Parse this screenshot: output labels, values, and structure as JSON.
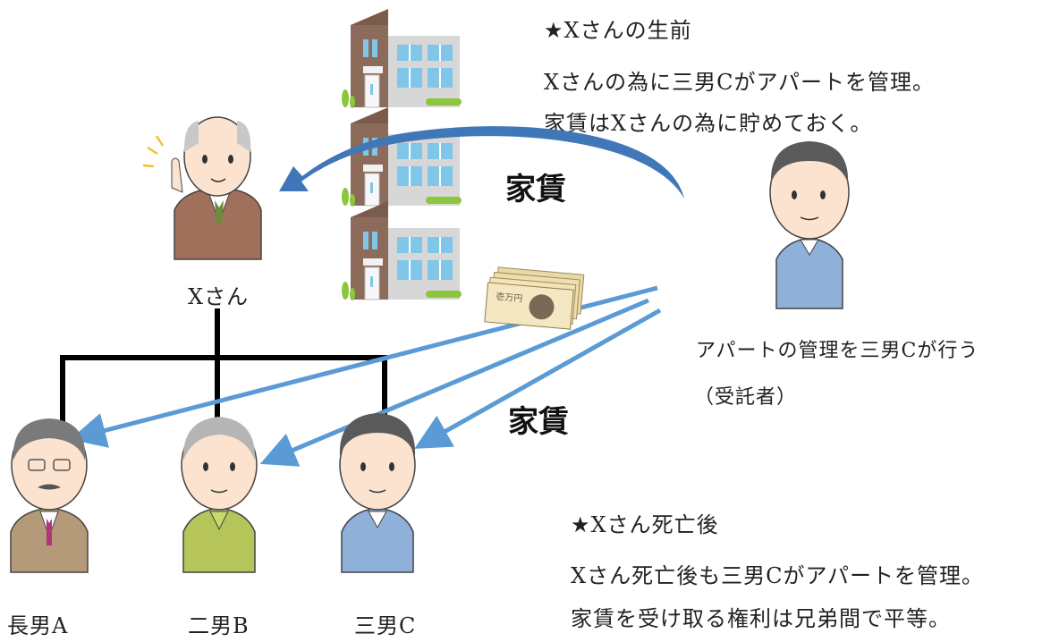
{
  "before": {
    "heading": "★Xさんの生前",
    "line1": "Xさんの為に三男Cがアパートを管理。",
    "line2": "家賃はXさんの為に貯めておく。"
  },
  "after": {
    "heading": "★Xさん死亡後",
    "line1": "Xさん死亡後も三男Cがアパートを管理。",
    "line2": "家賃を受け取る権利は兄弟間で平等。"
  },
  "labels": {
    "father": "Xさん",
    "trustee_role": "アパートの管理を三男Cが行う",
    "trustee_note": "（受託者）",
    "rent_top": "家賃",
    "rent_bottom": "家賃",
    "son_a": "長男A",
    "son_b": "二男B",
    "son_c": "三男C"
  },
  "banknote_text": "壱万円",
  "colors": {
    "arrow_blue": "#5b9bd5",
    "curve_blue": "#3f77b8",
    "building_brown": "#8c6b5a",
    "building_gray": "#d7d7d7",
    "window_blue": "#7fc6e8",
    "shrub_green": "#8cc63f"
  }
}
